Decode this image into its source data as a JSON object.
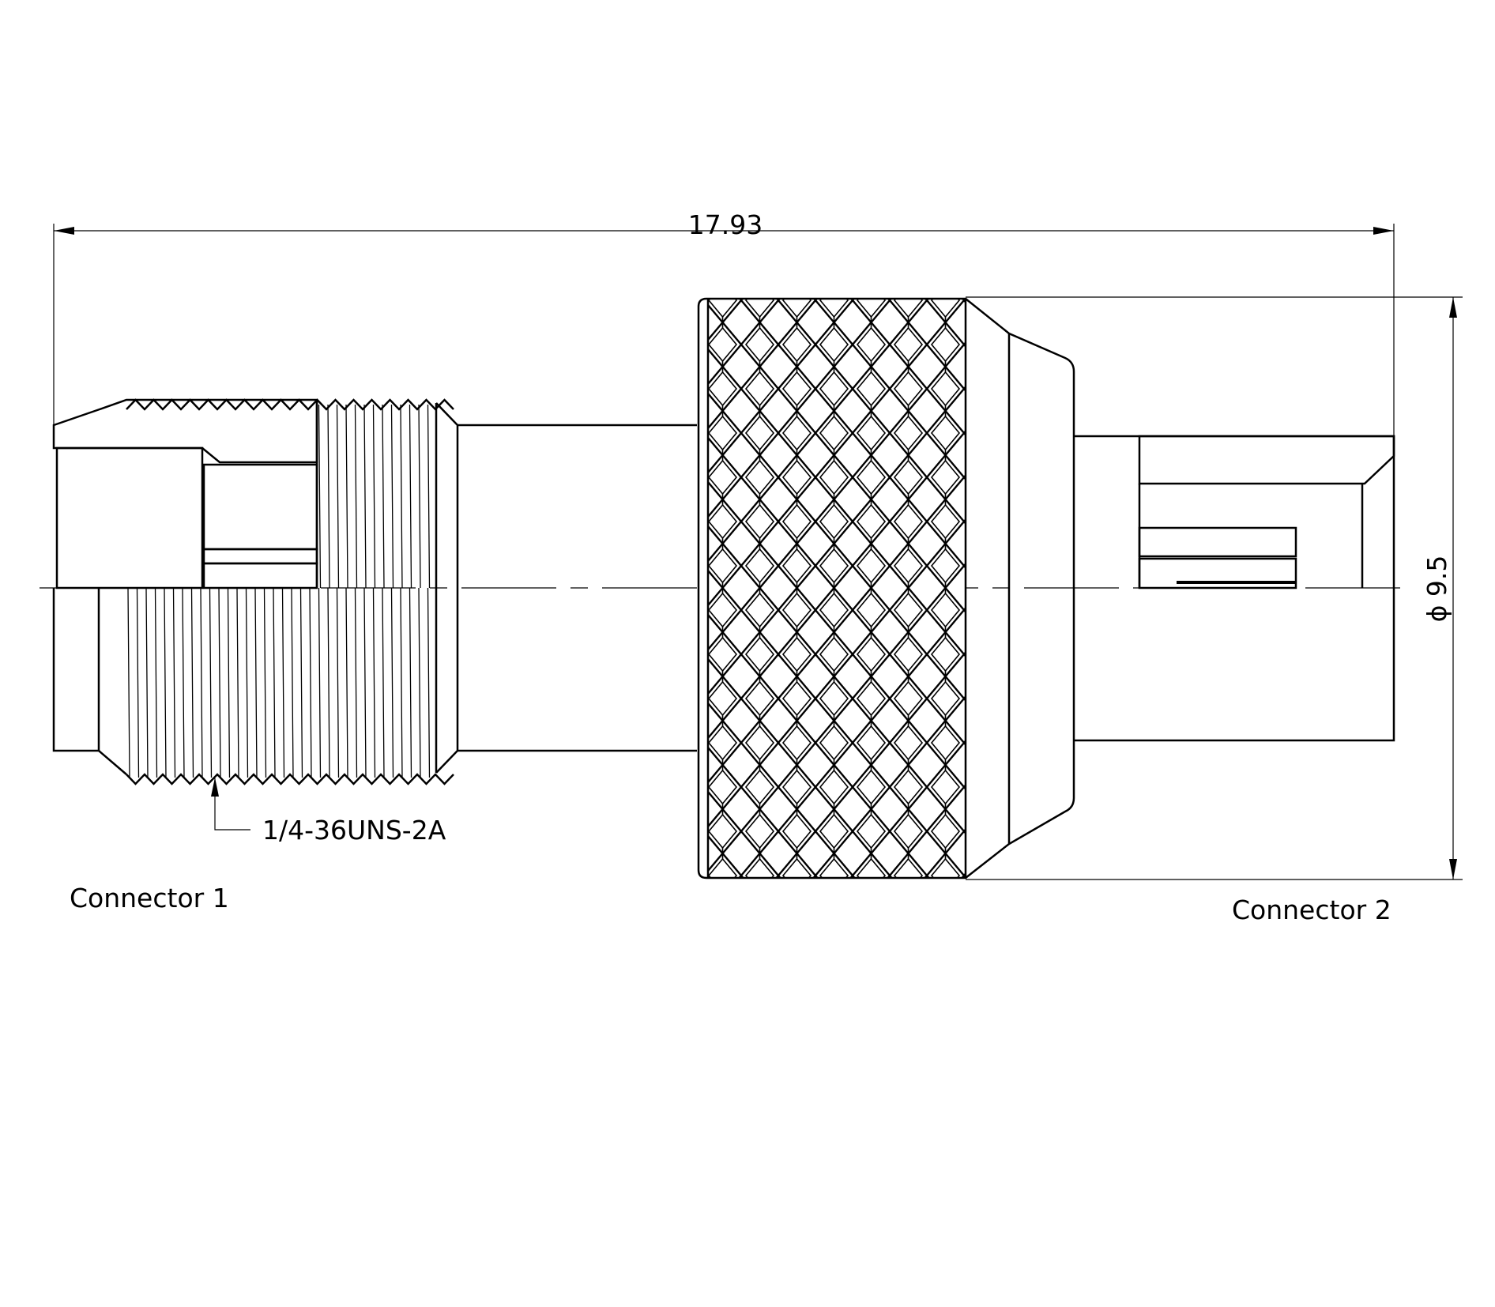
{
  "drawing": {
    "overall_length": "17.93",
    "diameter": "ϕ 9.5",
    "thread_callout": "1/4-36UNS-2A",
    "label_left": "Connector 1",
    "label_right": "Connector 2"
  },
  "colors": {
    "line": "#000000",
    "background": "#ffffff"
  }
}
